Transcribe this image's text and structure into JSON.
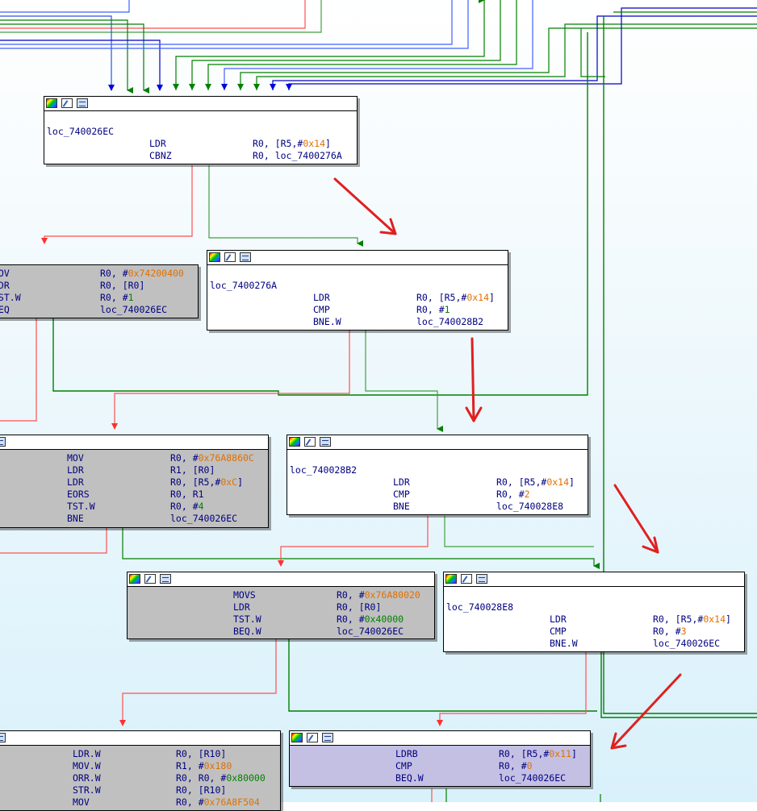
{
  "nodes": {
    "n1": {
      "label": "loc_740026EC",
      "rows": [
        {
          "mn": "LDR",
          "op": "R0, [R5,#",
          "imm": "0x14",
          "tail": "]"
        },
        {
          "mn": "CBNZ",
          "op": "R0, loc_7400276A",
          "imm": "",
          "tail": ""
        }
      ]
    },
    "n2": {
      "label": "",
      "rows": [
        {
          "mn": "MOV",
          "op": "R0, #",
          "imm": "0x74200400",
          "tail": ""
        },
        {
          "mn": "LDR",
          "op": "R0, [R0]",
          "imm": "",
          "tail": ""
        },
        {
          "mn": "TST.W",
          "op": "R0, #",
          "imm": "1",
          "tail": ""
        },
        {
          "mn": "BEQ",
          "op": "loc_740026EC",
          "imm": "",
          "tail": ""
        }
      ]
    },
    "n3": {
      "label": "loc_7400276A",
      "rows": [
        {
          "mn": "LDR",
          "op": "R0, [R5,#",
          "imm": "0x14",
          "tail": "]"
        },
        {
          "mn": "CMP",
          "op": "R0, #",
          "imm": "1",
          "tail": ""
        },
        {
          "mn": "BNE.W",
          "op": "loc_740028B2",
          "imm": "",
          "tail": ""
        }
      ]
    },
    "n4": {
      "label": "",
      "rows": [
        {
          "mn": "MOV",
          "op": "R0, #",
          "imm": "0x76A8860C",
          "tail": ""
        },
        {
          "mn": "LDR",
          "op": "R1, [R0]",
          "imm": "",
          "tail": ""
        },
        {
          "mn": "LDR",
          "op": "R0, [R5,#",
          "imm": "0xC",
          "tail": "]"
        },
        {
          "mn": "EORS",
          "op": "R0, R1",
          "imm": "",
          "tail": ""
        },
        {
          "mn": "TST.W",
          "op": "R0, #",
          "imm": "4",
          "tail": ""
        },
        {
          "mn": "BNE",
          "op": "loc_740026EC",
          "imm": "",
          "tail": ""
        }
      ]
    },
    "n5": {
      "label": "loc_740028B2",
      "rows": [
        {
          "mn": "LDR",
          "op": "R0, [R5,#",
          "imm": "0x14",
          "tail": "]"
        },
        {
          "mn": "CMP",
          "op": "R0, #",
          "imm": "2",
          "tail": ""
        },
        {
          "mn": "BNE",
          "op": "loc_740028E8",
          "imm": "",
          "tail": ""
        }
      ]
    },
    "n6": {
      "label": "",
      "rows": [
        {
          "mn": "MOVS",
          "op": "R0, #",
          "imm": "0x76A80020",
          "tail": ""
        },
        {
          "mn": "LDR",
          "op": "R0, [R0]",
          "imm": "",
          "tail": ""
        },
        {
          "mn": "TST.W",
          "op": "R0, #",
          "imm": "0x40000",
          "tail": ""
        },
        {
          "mn": "BEQ.W",
          "op": "loc_740026EC",
          "imm": "",
          "tail": ""
        }
      ]
    },
    "n7": {
      "label": "loc_740028E8",
      "rows": [
        {
          "mn": "LDR",
          "op": "R0, [R5,#",
          "imm": "0x14",
          "tail": "]"
        },
        {
          "mn": "CMP",
          "op": "R0, #",
          "imm": "3",
          "tail": ""
        },
        {
          "mn": "BNE.W",
          "op": "loc_740026EC",
          "imm": "",
          "tail": ""
        }
      ]
    },
    "n8": {
      "label": "",
      "rows": [
        {
          "mn": "LDR.W",
          "op": "R0, [R10]",
          "imm": "",
          "tail": ""
        },
        {
          "mn": "MOV.W",
          "op": "R1, #",
          "imm": "0x180",
          "tail": ""
        },
        {
          "mn": "ORR.W",
          "op": "R0, R0, #",
          "imm": "0x80000",
          "tail": ""
        },
        {
          "mn": "STR.W",
          "op": "R0, [R10]",
          "imm": "",
          "tail": ""
        },
        {
          "mn": "MOV",
          "op": "R0, #",
          "imm": "0x76A8F504",
          "tail": ""
        }
      ]
    },
    "n9": {
      "label": "",
      "rows": [
        {
          "mn": "LDRB",
          "op": "R0, [R5,#",
          "imm": "0x11",
          "tail": "]"
        },
        {
          "mn": "CMP",
          "op": "R0, #",
          "imm": "0",
          "tail": ""
        },
        {
          "mn": "BEQ.W",
          "op": "loc_740026EC",
          "imm": "",
          "tail": ""
        }
      ]
    }
  },
  "colors": {
    "edge_true": "#008000",
    "edge_false": "#ff4040",
    "edge_jump": "#0000e0",
    "annotation": "#e02020",
    "node_white": "#ffffff",
    "node_gray": "#c0c0c0",
    "node_purple": "#c4c0e4"
  },
  "icons": [
    "color-palette-icon",
    "edit-pencil-icon",
    "graph-view-icon"
  ]
}
